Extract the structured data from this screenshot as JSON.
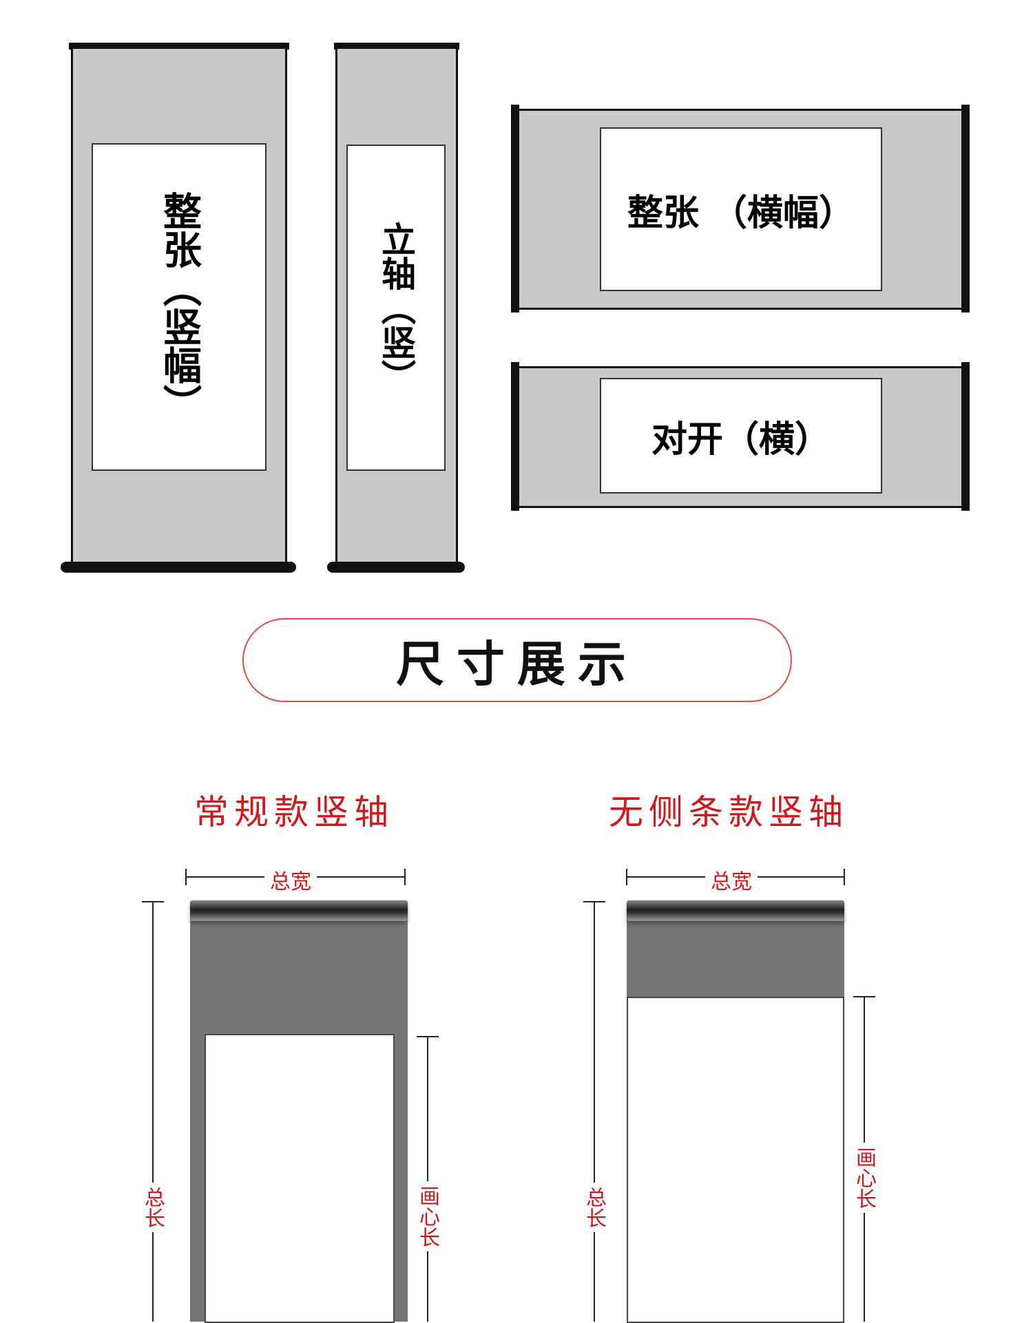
{
  "scrolls": {
    "full_vertical": "整张（竖幅）",
    "standing": "立轴（竖）",
    "full_horizontal": "整张 （横幅）",
    "half_horizontal": "对开（横）"
  },
  "section_title": "尺寸展示",
  "diagrams": {
    "regular": {
      "heading": "常规款竖轴",
      "total_width": "总宽",
      "total_length": "总长",
      "core_length": "画心长"
    },
    "no_side": {
      "heading": "无侧条款竖轴",
      "total_width": "总宽",
      "total_length": "总长",
      "core_length": "画心长"
    }
  },
  "colors": {
    "accent_red": "#d01818",
    "scroll_gray": "#c8c8c8",
    "mount_dark": "#767676"
  }
}
